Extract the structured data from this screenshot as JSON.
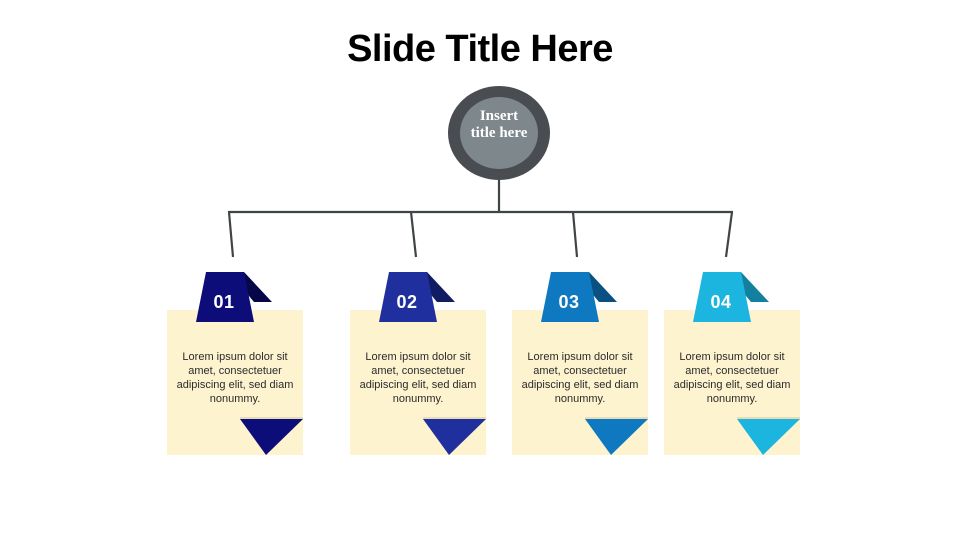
{
  "slide": {
    "title": "Slide Title Here",
    "background_color": "#ffffff"
  },
  "center_node": {
    "label_line1": "Insert",
    "label_line2": "title here",
    "ring_color": "#494c50",
    "fill_color": "#7e878b",
    "text_color": "#ffffff"
  },
  "connector": {
    "color": "#3f4447",
    "stroke_width": 2
  },
  "cards": [
    {
      "number": "01",
      "text": "Lorem ipsum dolor sit amet, consectetuer adipiscing elit, sed diam nonummy.",
      "accent_color": "#0d0d7a",
      "accent_shadow_color": "#060648",
      "body_color": "#fdf3cf",
      "text_color": "#2b2b2b"
    },
    {
      "number": "02",
      "text": "Lorem ipsum dolor sit amet, consectetuer adipiscing elit, sed diam nonummy.",
      "accent_color": "#1f2f9e",
      "accent_shadow_color": "#121c63",
      "body_color": "#fdf3cf",
      "text_color": "#2b2b2b"
    },
    {
      "number": "03",
      "text": "Lorem ipsum dolor sit amet, consectetuer adipiscing elit, sed diam nonummy.",
      "accent_color": "#0e78c0",
      "accent_shadow_color": "#0a5181",
      "body_color": "#fdf3cf",
      "text_color": "#2b2b2b"
    },
    {
      "number": "04",
      "text": "Lorem ipsum dolor sit amet, consectetuer adipiscing elit, sed diam nonummy.",
      "accent_color": "#1cb5e0",
      "accent_shadow_color": "#1480a0",
      "body_color": "#fdf3cf",
      "text_color": "#2b2b2b"
    }
  ]
}
